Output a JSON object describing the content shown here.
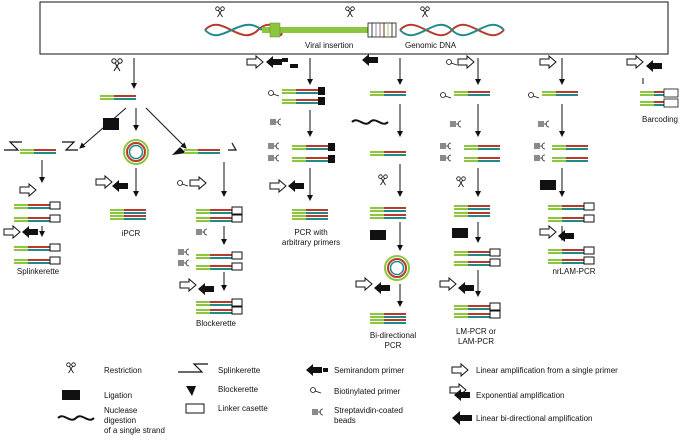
{
  "top": {
    "viral_insertion": "Viral insertion",
    "genomic_dna": "Genomic DNA"
  },
  "methods": {
    "splinkerette": "Splinkerette",
    "ipcr": "iPCR",
    "blockerette": "Blockerette",
    "pcr_arbitrary_1": "PCR with",
    "pcr_arbitrary_2": "arbitrary primers",
    "bidirectional_1": "Bi-directional",
    "bidirectional_2": "PCR",
    "lmpcr_1": "LM-PCR or",
    "lmpcr_2": "LAM-PCR",
    "nrlam": "nrLAM-PCR",
    "barcoding": "Barcoding"
  },
  "legend": {
    "restriction": "Restriction",
    "ligation": "Ligation",
    "nuclease_1": "Nuclease",
    "nuclease_2": "digestion",
    "nuclease_3": "of a single strand",
    "splinkerette": "Splinkerette",
    "blockerette": "Blockerette",
    "linker": "Linker casette",
    "semirandom": "Semirandom primer",
    "biotin": "Biotinylated primer",
    "strep_1": "Streptavidin-coated",
    "strep_2": "beads",
    "linear_single": "Linear amplification from a single primer",
    "exponential": "Exponential amplification",
    "linear_bi": "Linear bi-directional amplification"
  },
  "colors": {
    "viral": "#8cc63f",
    "dna_red": "#b83a2a",
    "dna_teal": "#1f8a8a",
    "blue": "#4a78c4",
    "black": "#111111"
  }
}
